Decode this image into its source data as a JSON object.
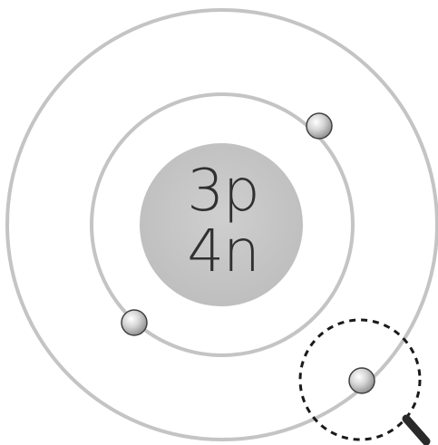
{
  "nucleus": {
    "protons_label": "3p",
    "neutrons_label": "4n"
  },
  "shells": [
    {
      "electrons": 2
    },
    {
      "electrons": 1
    }
  ],
  "colors": {
    "orbit": "#c4c4c4",
    "nucleus": "#c8c8c8",
    "electron": "#bdbdbd",
    "electron_outline": "#404040",
    "magnifier_ring": "#1a1a1a",
    "magnifier_handle": "#2a2a2a",
    "text": "#303030"
  },
  "icons": {
    "magnifier": "magnifier-icon"
  }
}
